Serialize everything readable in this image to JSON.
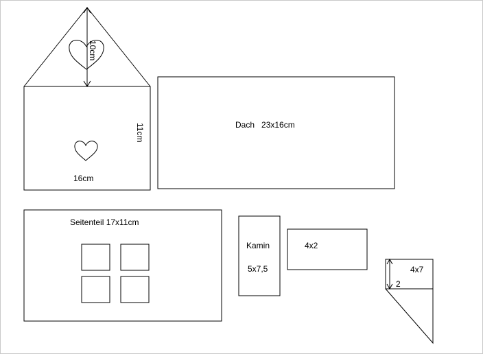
{
  "front_wall": {
    "roof_height_label": "10cm",
    "height_label": "11cm",
    "width_label": "16cm"
  },
  "roof_panel": {
    "label": "Dach   23x16cm"
  },
  "side_panel": {
    "label": "Seitenteil 17x11cm"
  },
  "chimney_front": {
    "name_label": "Kamin",
    "size_label": "5x7,5"
  },
  "chimney_small": {
    "label": "4x2"
  },
  "chimney_side": {
    "label": "4x7",
    "height_label": "2"
  },
  "icons": {
    "large_heart": "heart-icon",
    "small_heart": "heart-icon"
  }
}
